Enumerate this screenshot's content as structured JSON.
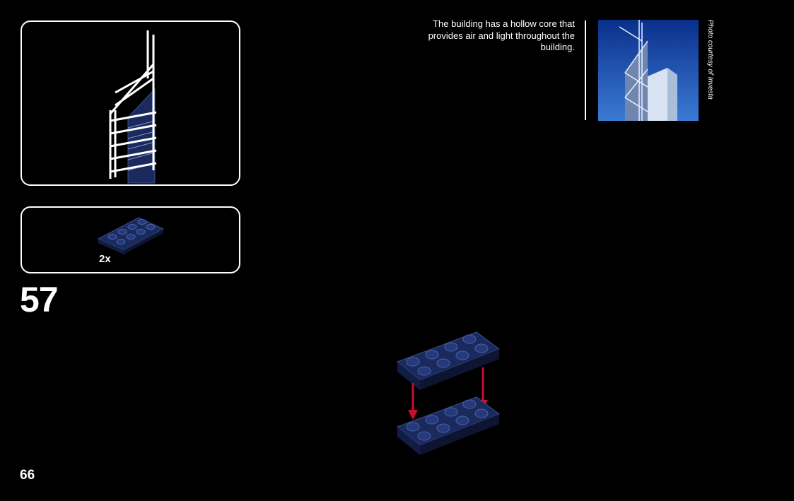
{
  "step": {
    "number": "57"
  },
  "parts": {
    "quantity": "2x",
    "color": "#1b2a5c"
  },
  "caption": {
    "text": "The building has a hollow core that provides air and light throughout the building."
  },
  "photo": {
    "credit": "Photo courtesy of Investa"
  },
  "page": {
    "number": "66"
  },
  "colors": {
    "brick": "#1b2a5c",
    "brick_edge": "#3c5296",
    "arrow": "#c8102e",
    "frame": "#ffffff"
  }
}
